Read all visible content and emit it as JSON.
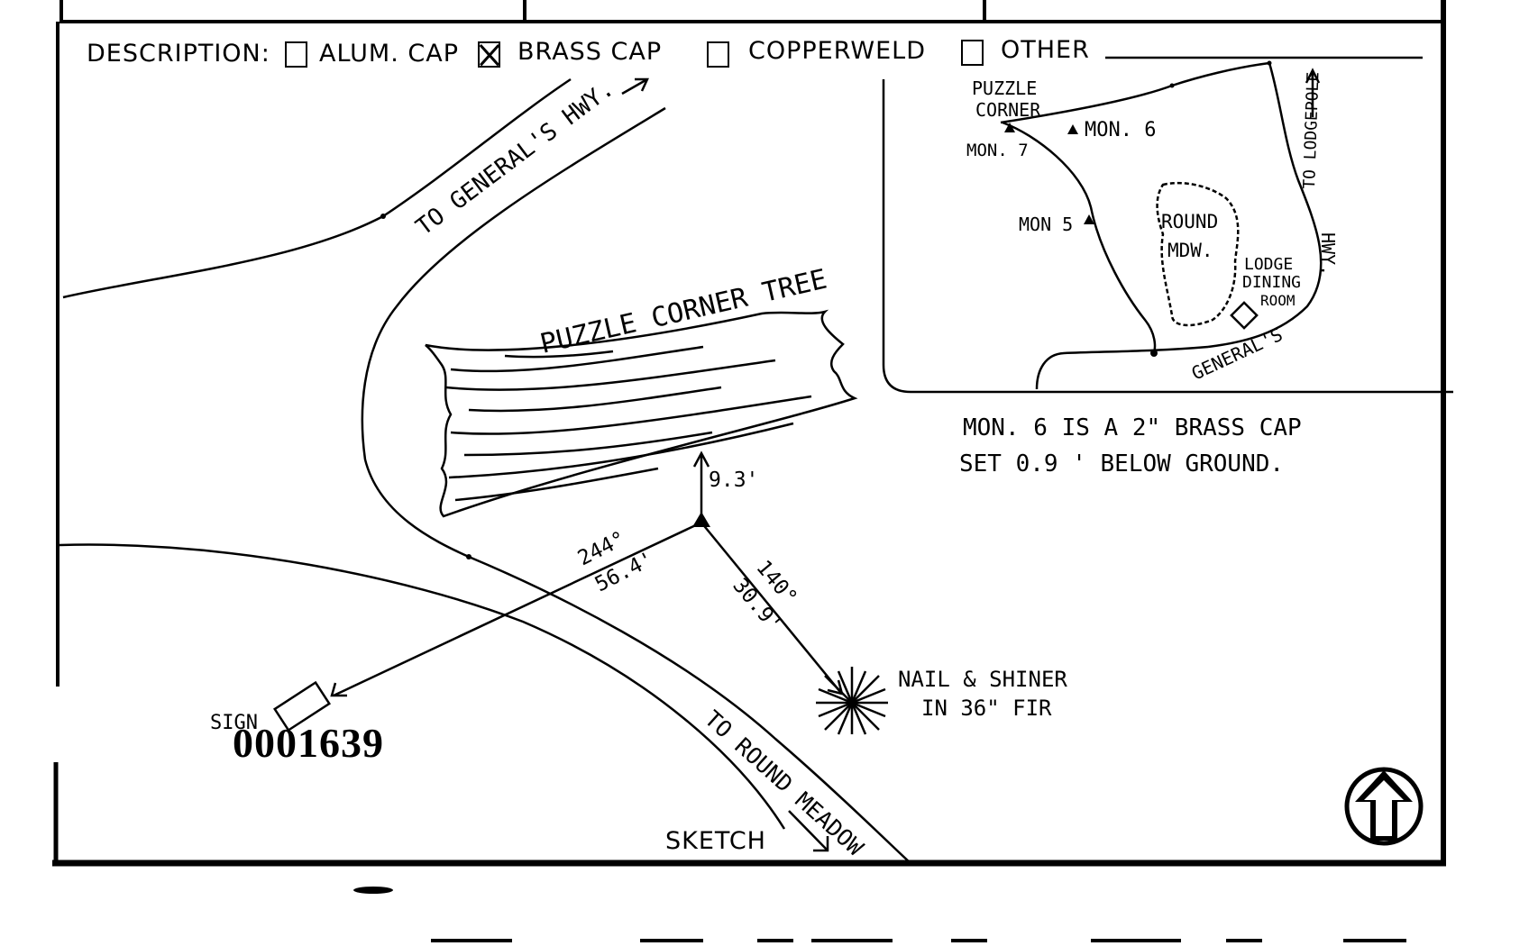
{
  "description": {
    "label": "DESCRIPTION:",
    "options": [
      {
        "label": "ALUM. CAP",
        "checked": false
      },
      {
        "label": "BRASS CAP",
        "checked": true
      },
      {
        "label": "COPPERWELD",
        "checked": false
      },
      {
        "label": "OTHER",
        "checked": false
      }
    ]
  },
  "sketch": {
    "road_general_hwy": "TO GENERAL'S HWY.",
    "road_round_meadow": "TO ROUND MEADOW",
    "tree_label": "PUZZLE CORNER TREE",
    "dist_tree": "9.3'",
    "bearing_sign": "244°",
    "dist_sign": "56.4'",
    "bearing_nail": "140°",
    "dist_nail": "30.9'",
    "nail_line1": "NAIL & SHINER",
    "nail_line2": "IN 36\" FIR",
    "sign_label": "SIGN",
    "doc_number": "0001639",
    "title": "SKETCH"
  },
  "inset": {
    "puzzle_corner_line1": "PUZZLE",
    "puzzle_corner_line2": "CORNER",
    "mon6": "MON. 6",
    "mon7": "MON. 7",
    "mon5": "MON 5",
    "round_mdw_line1": "ROUND",
    "round_mdw_line2": "MDW.",
    "lodge_line1": "LODGE",
    "lodge_line2": "DINING",
    "lodge_line3": "ROOM",
    "to_lodgepole": "TO LODGEPOLE",
    "hwy": "HWY.",
    "generals": "GENERAL'S"
  },
  "note": {
    "line1": "MON. 6  IS  A  2\"  BRASS  CAP",
    "line2": "SET  0.9 '  BELOW  GROUND."
  },
  "north_arrow_icon": "north-arrow-icon"
}
